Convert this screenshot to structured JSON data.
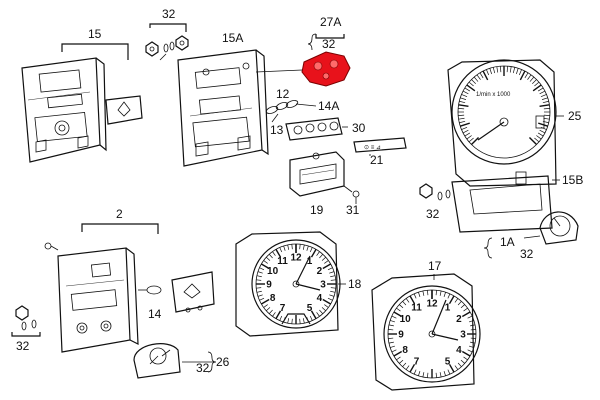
{
  "callouts": {
    "c15": "15",
    "c32_top": "32",
    "c15A": "15A",
    "c27A": "27A",
    "c32_27A": "32",
    "c12": "12",
    "c14A": "14A",
    "c13": "13",
    "c30": "30",
    "c21": "21",
    "c19": "19",
    "c31": "31",
    "c25": "25",
    "c15B": "15B",
    "c32_right": "32",
    "c1A": "1A",
    "c32_1A": "32",
    "c2": "2",
    "c14": "14",
    "c32_left": "32",
    "c26": "26",
    "c32_26": "32",
    "c18": "18",
    "c17": "17"
  },
  "tach": {
    "label": "1/min x 1000"
  },
  "clock": {
    "numerals": [
      "12",
      "1",
      "2",
      "3",
      "4",
      "5",
      "7",
      "8",
      "9",
      "10",
      "11"
    ]
  },
  "highlight_color": "#e8121b"
}
